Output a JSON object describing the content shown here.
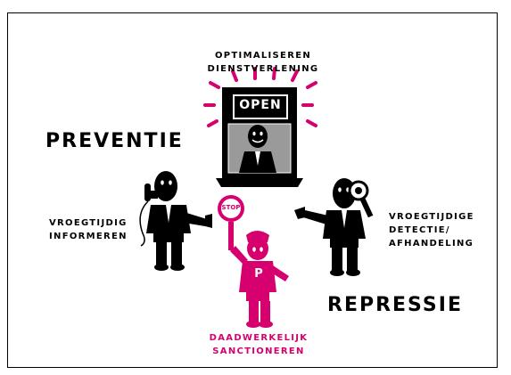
{
  "labels": {
    "top_line1": "OPTIMALISEREN",
    "top_line2": "DIENSTVERLENING",
    "preventie": "PREVENTIE",
    "left_line1": "VROEGTIJDIG",
    "left_line2": "INFORMEREN",
    "right_line1": "VROEGTIJDIGE",
    "right_line2": "DETECTIE/",
    "right_line3": "AFHANDELING",
    "repressie": "REPRESSIE",
    "bottom_line1": "DAADWERKELIJK",
    "bottom_line2": "SANCTIONEREN",
    "open_sign": "OPEN",
    "stop_sign": "STOP",
    "parking_letter": "P"
  },
  "colors": {
    "pink": "#d6006f",
    "black": "#000000"
  }
}
